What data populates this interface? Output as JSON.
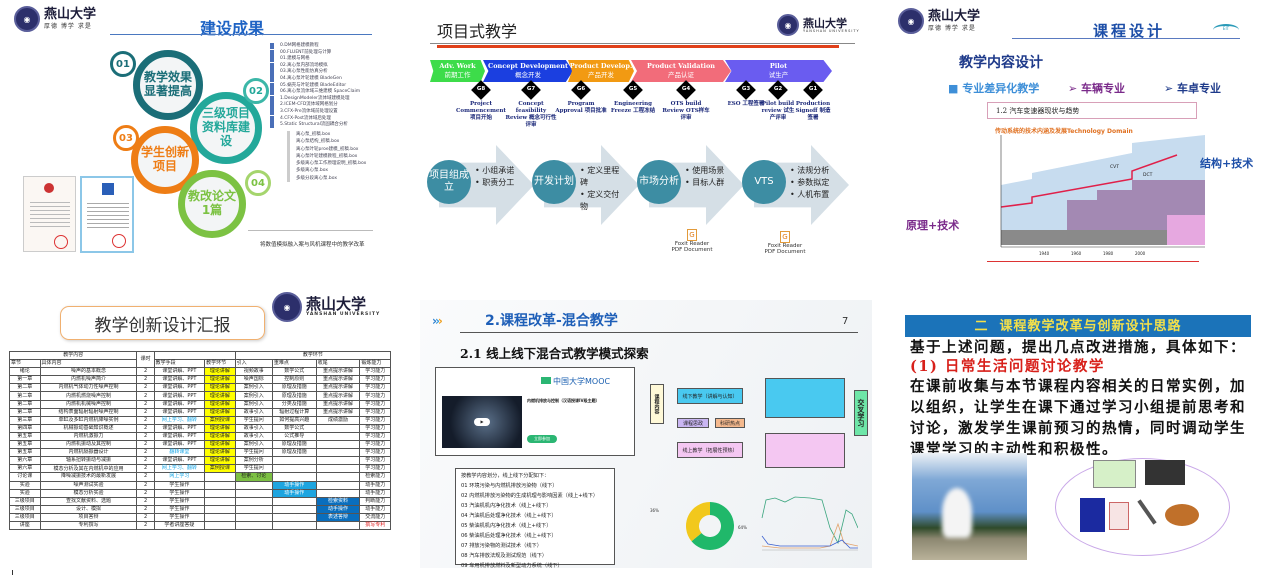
{
  "university": {
    "name": "燕山大学",
    "motto": "厚德 博学 求是",
    "english": "YANSHAN UNIVERSITY"
  },
  "slide1": {
    "title": "建设成果",
    "items": [
      {
        "num": "01",
        "label": "教学效果显著提高"
      },
      {
        "num": "02",
        "label": "三级项目资料库建设"
      },
      {
        "num": "03",
        "label": "学生创新项目"
      },
      {
        "num": "04",
        "label": "教改论文1篇"
      }
    ],
    "docs": [
      "0.DM网格建模教程",
      "00.FLUENT前处理与计算",
      "01.建模与网格",
      "02.离心泵内部流场模拟",
      "03.离心泵性能仿真分析",
      "04.离心泵叶轮建模 BladeGen",
      "05.蜗壳与叶轮建模 BladeEditor",
      "06.离心泵流体域三维建模 SpaceClaim",
      "1.DesignModeler流体域建模处理",
      "2.ICEM-CFD流体域网格划分",
      "3.CFX-Pre流体域前处理设置",
      "4.CFX-Post流体域后处理",
      "5.Static Structural流固耦合分析"
    ],
    "files": [
      "离心泵_初稿.box",
      "离心泵结构_初稿.box",
      "离心泵叶轮proe建模_初稿.box",
      "离心泵叶轮建模教程_初稿.box",
      "多级离心泵工作原理说明_初稿.box",
      "多级离心泵.box",
      "多级分段离心泵.box"
    ],
    "paper_title": "将数值模拟融入案与风机课程中的教学改革"
  },
  "slide2": {
    "title": "项目式教学",
    "phases": [
      {
        "en": "Adv. Work",
        "zh": "前期工作",
        "color": "#3ddc4a"
      },
      {
        "en": "Concept Development",
        "zh": "概念开发",
        "color": "#1b3fe0"
      },
      {
        "en": "Product Develop.",
        "zh": "产品开发",
        "color": "#f29a12"
      },
      {
        "en": "Product Validation",
        "zh": "产品认证",
        "color": "#f26c7a"
      },
      {
        "en": "Pilot",
        "zh": "试生产",
        "color": "#6a5cf0"
      }
    ],
    "gates": [
      {
        "id": "G8",
        "label": "Project Commencement 项目开始"
      },
      {
        "id": "G7",
        "label": "Concept feasibility Review 概念可行性评审"
      },
      {
        "id": "G6",
        "label": "Program Approval 项目批准"
      },
      {
        "id": "G5",
        "label": "Engineering Freeze 工程冻结"
      },
      {
        "id": "G4",
        "label": "OTS build Review OTS样车评审"
      },
      {
        "id": "G3",
        "label": "ESO 工程签署"
      },
      {
        "id": "G2",
        "label": "Pilot build review 试生产评审"
      },
      {
        "id": "G1",
        "label": "Production Signoff 制造签署"
      }
    ],
    "steps": [
      {
        "circle": "项目组成立",
        "bullets": [
          "• 小组承诺",
          "• 职责分工"
        ]
      },
      {
        "circle": "开发计划",
        "bullets": [
          "• 定义里程碑",
          "• 定义交付物"
        ]
      },
      {
        "circle": "市场分析",
        "bullets": [
          "• 使用场景",
          "• 目标人群"
        ]
      },
      {
        "circle": "VTS",
        "bullets": [
          "• 法规分析",
          "• 参数拟定",
          "• 人机布置"
        ]
      }
    ],
    "attachments": [
      {
        "line1": "Foxit Reader",
        "line2": "PDF Document"
      },
      {
        "line1": "Foxit Reader",
        "line2": "PDF Document"
      }
    ]
  },
  "slide3": {
    "title": "课程设计",
    "subtitle": "教学内容设计",
    "bullet_main": "■ 专业差异化教学",
    "bullet_a": "➢ 车辆专业",
    "bullet_b": "➢ 车卓专业",
    "box_title": "1.2 汽车变速器现状与趋势",
    "chart_title": "传动系统的技术内涵及发展Technology Domain",
    "label_right": "结构+技术",
    "label_left": "原理+技术",
    "chart_labels": [
      "CVT",
      "DCT"
    ],
    "years": [
      "1940",
      "1960",
      "1980",
      "2000"
    ]
  },
  "slide4": {
    "title": "教学创新设计汇报",
    "group_headers": {
      "content": "教学内容",
      "stage": "教学环节"
    },
    "columns": [
      "章节",
      "具体内容",
      "课时",
      "教学手段",
      "教学环节",
      "引入",
      "重难点",
      "收尾",
      "锻炼能力"
    ],
    "rows": [
      [
        "绪论",
        "噪声的基本概念",
        "2",
        "课堂讲解、PPT",
        "理论讲解",
        "视频故事",
        "数学公式",
        "重点提示讲解",
        "学习能力"
      ],
      [
        "第一章",
        "内燃机噪声简介",
        "2",
        "课堂讲解、PPT",
        "理论讲解",
        "噪声国标",
        "控制原则",
        "重点提示讲解",
        "学习能力"
      ],
      [
        "第二章",
        "内燃机气体动力性噪声控制",
        "2",
        "课堂讲解、PPT",
        "理论讲解",
        "案例引入",
        "原理及措施",
        "重点提示讲解",
        "学习能力"
      ],
      [
        "第二章",
        "内燃机燃烧噪声控制",
        "2",
        "课堂讲解、PPT",
        "理论讲解",
        "案例引入",
        "原理及措施",
        "重点提示讲解",
        "学习能力"
      ],
      [
        "第二章",
        "内燃机机械噪声控制",
        "2",
        "课堂讲解、PPT",
        "理论讲解",
        "案例引入",
        "分类及措施",
        "重点提示讲解",
        "学习能力"
      ],
      [
        "第二章",
        "结构表面辐射辐射噪声控制",
        "2",
        "课堂讲解、PPT",
        "理论讲解",
        "故事引入",
        "辐射过程计算",
        "重点提示讲解",
        "学习能力"
      ],
      [
        "第三章",
        "单缸及多缸内燃机降噪实例",
        "2",
        "网上学习、翻转",
        "案例授课",
        "学生提问",
        "如何提高兴趣",
        "成绩激励",
        "学习能力"
      ],
      [
        "第四章",
        "机械振动基础知识概述",
        "2",
        "课堂讲解、PPT",
        "理论讲解",
        "故事引入",
        "数学公式",
        "",
        "学习能力"
      ],
      [
        "第五章",
        "内燃机激振力",
        "2",
        "课堂讲解、PPT",
        "理论讲解",
        "故事引入",
        "公式推导",
        "",
        "学习能力"
      ],
      [
        "第五章",
        "内燃机振动及其控制",
        "2",
        "课堂讲解、PPT",
        "理论讲解",
        "案例引入",
        "原理及措施",
        "",
        "学习能力"
      ],
      [
        "第五章",
        "内燃机隔振器设计",
        "2",
        "翻转课堂",
        "理论讲解",
        "学生提问",
        "原理及措施",
        "",
        "学习能力"
      ],
      [
        "第六章",
        "轴系扭转振动与减振",
        "2",
        "课堂讲解、PPT",
        "理论讲解",
        "案例分析",
        "",
        "",
        "学习能力"
      ],
      [
        "第六章",
        "模态分析及其在内燃机中的应用",
        "2",
        "网上学习、翻转",
        "案例授课",
        "学生提问",
        "",
        "",
        "学习能力"
      ],
      [
        "讨论课",
        "降噪减振技术的最新发展",
        "2",
        "网上学习",
        "",
        "检索、讨论",
        "",
        "",
        "检索能力"
      ],
      [
        "实验",
        "噪声测试实验",
        "2",
        "学生操作",
        "",
        "",
        "动手操作",
        "",
        "动手能力"
      ],
      [
        "实验",
        "模态分析实验",
        "2",
        "学生操作",
        "",
        "",
        "动手操作",
        "",
        "动手能力"
      ],
      [
        "三级项目",
        "查找文献资料、选题",
        "2",
        "学生操作",
        "",
        "",
        "",
        "检索资料",
        "判断能力"
      ],
      [
        "三级项目",
        "设计、模拟",
        "2",
        "学生操作",
        "",
        "",
        "",
        "动手操作",
        "动手能力"
      ],
      [
        "三级项目",
        "项目答辩",
        "2",
        "学生操作",
        "",
        "",
        "",
        "表述答辩",
        "交流能力"
      ],
      [
        "讲座",
        "专利撰写",
        "2",
        "学者讲座答疑",
        "",
        "",
        "",
        "",
        "撰写专利"
      ]
    ]
  },
  "slide5": {
    "title": "2.课程改革-混合教学",
    "page": "7",
    "subtitle": "2.1 线上线下混合式教学模式探索",
    "mooc_brand": "中国大学MOOC",
    "mooc_course": "内燃机排放与控制（汉语授课IV级主题）",
    "mooc_button": "立即参加",
    "list": [
      "按教学内容划分，线上线下分配如下：",
      "01 环境污染与内燃机排放污染物（线下）",
      "02 内燃机排放污染物的生成机理与影响因素（线上+线下）",
      "03 汽油机机内净化技术（线上+线下）",
      "04 汽油机后处理净化技术（线上+线下）",
      "05 柴油机机内净化技术（线上+线下）",
      "06 柴油机后处理净化技术（线上+线下）",
      "07 排放污染物的测试技术（线下）",
      "08 汽车排放法规及测试规范（线下）",
      "09 车用机排放燃料及新型动力系统（线下）"
    ],
    "flow": {
      "content": "课程内容",
      "offline": "线下教学（讲解与认知）",
      "ideology": "课程思政",
      "research": "科研热点",
      "online": "线上教学（拓展性预热）",
      "cross": "交叉学习"
    },
    "donut": {
      "online_pct": 36,
      "offline_pct": 64,
      "online_color": "#f2c81c",
      "offline_color": "#20b86a"
    }
  },
  "slide6": {
    "header": "二  课程教学改革与创新设计思路",
    "intro": "基于上述问题，提出几点改进措施，具体如下：",
    "point": "(1) 日常生活问题讨论教学",
    "body": [
      "在课前收集与本节课程内容相关的日常实例，加",
      "以组织，让学生在课下通过学习小组提前思考和",
      "讨论，激发学生课前预习的热情，同时调动学生",
      "课堂学习的主动性和积极性。"
    ]
  }
}
